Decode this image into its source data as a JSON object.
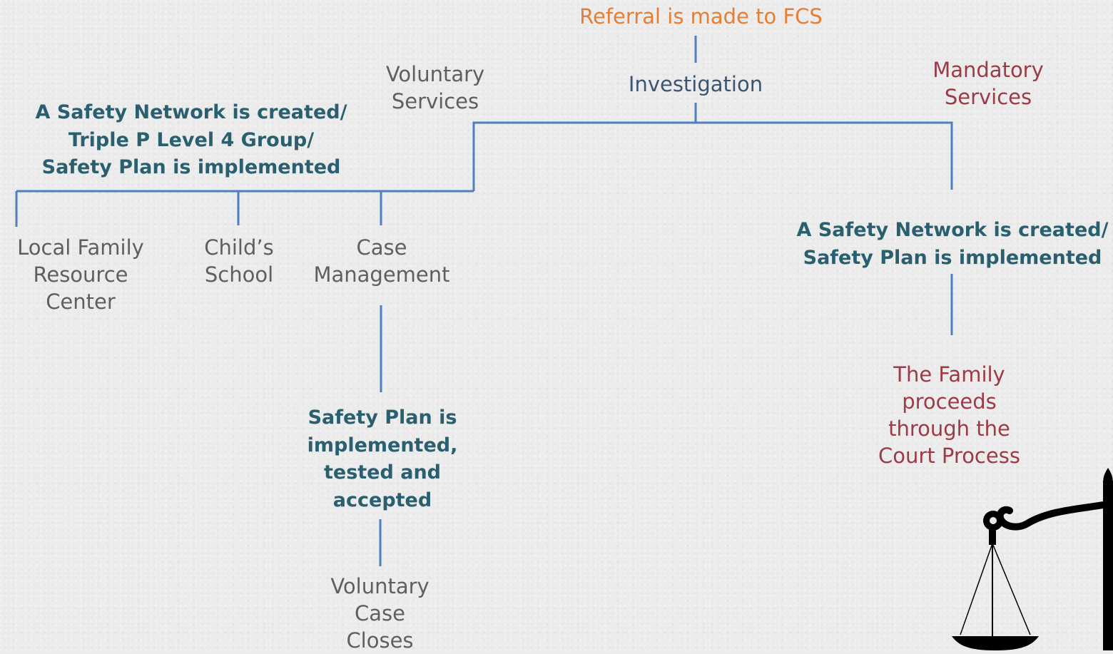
{
  "nodes": {
    "referral": [
      "Referral is made to FCS"
    ],
    "investigation": [
      "Investigation"
    ],
    "voluntary_services": [
      "Voluntary",
      "Services"
    ],
    "mandatory_services": [
      "Mandatory",
      "Services"
    ],
    "voluntary_network": [
      "A Safety Network is created/",
      "Triple P Level 4 Group/",
      "Safety Plan is implemented"
    ],
    "local_family": [
      "Local Family",
      "Resource",
      "Center"
    ],
    "childs_school": [
      "Child’s",
      "School"
    ],
    "case_management": [
      "Case",
      "Management"
    ],
    "safety_plan_tested": [
      "Safety Plan is",
      "implemented,",
      "tested and",
      "accepted"
    ],
    "voluntary_case_closes": [
      "Voluntary",
      "Case",
      "Closes"
    ],
    "mandatory_network": [
      "A Safety Network is created/",
      "Safety Plan is implemented"
    ],
    "family_court": [
      "The Family",
      "proceeds",
      "through the",
      "Court Process"
    ]
  },
  "colors": {
    "connector": "#4f7fbf",
    "referral_text": "#e67e33",
    "investigation_text": "#3c5570",
    "voluntary_text": "#5f5f5f",
    "mandatory_text": "#9c3b46",
    "network_text": "#295f6f",
    "background": "#ebebeb"
  },
  "icons": {
    "scale": "scales-of-justice-icon"
  }
}
